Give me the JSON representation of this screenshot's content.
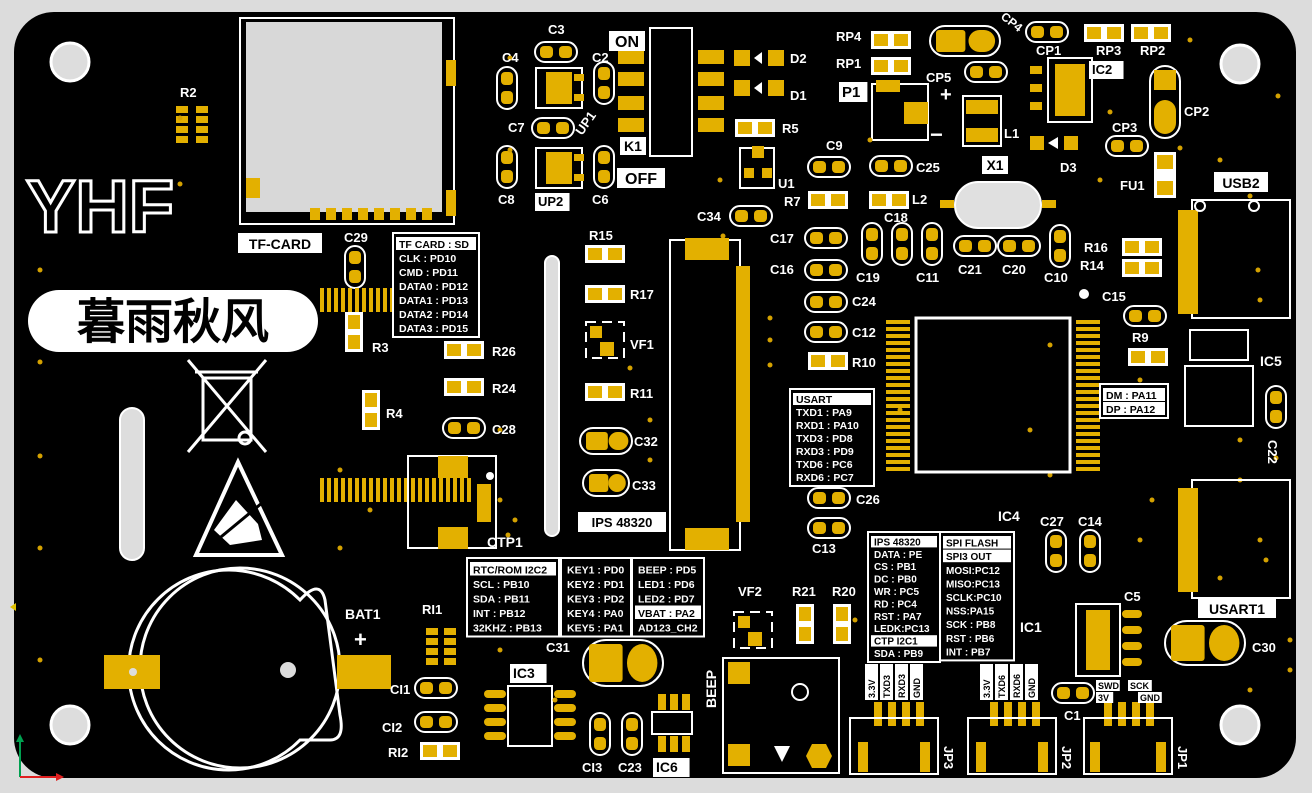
{
  "brand": {
    "logo": "YHF",
    "chinese": "暮雨秋风"
  },
  "colors": {
    "board": "#000000",
    "copper": "#e3b000",
    "silk": "#ffffff",
    "tf_metal": "#d8d8d8",
    "background": "#dcdcdc"
  },
  "labels": {
    "tf_card": "TF-CARD",
    "on": "ON",
    "off": "OFF",
    "k1": "K1",
    "p1": "P1",
    "x1": "X1",
    "usb2": "USB2",
    "usart1": "USART1",
    "ic4": "IC4",
    "ic1": "IC1",
    "ic2": "IC2",
    "ic3": "IC3",
    "ic5": "IC5",
    "ic6": "IC6",
    "ctp1": "CTP1",
    "bat1": "BAT1",
    "beep": "BEEP",
    "ips": "IPS 48320",
    "up1": "UP1",
    "up2": "UP2",
    "vf1": "VF1",
    "vf2": "VF2",
    "fu1": "FU1",
    "d1": "D1",
    "d2": "D2",
    "d3": "D3",
    "l1": "L1",
    "l2": "L2",
    "u1": "U1",
    "jp1": "JP1",
    "jp2": "JP2",
    "jp3": "JP3",
    "r2": "R2",
    "r3": "R3",
    "r4": "R4",
    "r5": "R5",
    "r7": "R7",
    "r9": "R9",
    "r10": "R10",
    "r11": "R11",
    "r14": "R14",
    "r15": "R15",
    "r16": "R16",
    "r17": "R17",
    "r20": "R20",
    "r21": "R21",
    "r24": "R24",
    "r26": "R26",
    "ri1": "RI1",
    "ri2": "RI2",
    "ci1": "CI1",
    "ci2": "CI2",
    "ci3": "CI3",
    "rp1": "RP1",
    "rp2": "RP2",
    "rp3": "RP3",
    "rp4": "RP4",
    "cp1": "CP1",
    "cp2": "CP2",
    "cp3": "CP3",
    "cp4": "CP4",
    "cp5": "CP5",
    "c1": "C1",
    "c2": "C2",
    "c3": "C3",
    "c4": "C4",
    "c5": "C5",
    "c6": "C6",
    "c7": "C7",
    "c8": "C8",
    "c9": "C9",
    "c10": "C10",
    "c11": "C11",
    "c12": "C12",
    "c13": "C13",
    "c14": "C14",
    "c15": "C15",
    "c16": "C16",
    "c17": "C17",
    "c18": "C18",
    "c19": "C19",
    "c20": "C20",
    "c21": "C21",
    "c22": "C22",
    "c23": "C23",
    "c24": "C24",
    "c25": "C25",
    "c26": "C26",
    "c27": "C27",
    "c28": "C28",
    "c29": "C29",
    "c30": "C30",
    "c31": "C31",
    "c32": "C32",
    "c33": "C33",
    "c34": "C34",
    "plus": "+",
    "minus": "−"
  },
  "tf_table": [
    "TF CARD : SD",
    "CLK : PD10",
    "CMD : PD11",
    "DATA0 : PD12",
    "DATA1 : PD13",
    "DATA2 : PD14",
    "DATA3 : PD15"
  ],
  "usart_table": [
    "USART",
    "TXD1 : PA9",
    "RXD1 : PA10",
    "TXD3 : PD8",
    "RXD3 : PD9",
    "TXD6 : PC6",
    "RXD6 : PC7"
  ],
  "usb_table": [
    "DM : PA11",
    "DP : PA12"
  ],
  "rtc_table": [
    "RTC/ROM I2C2",
    "SCL : PB10",
    "SDA : PB11",
    "INT : PB12",
    "32KHZ : PB13"
  ],
  "key_table": [
    "KEY1 : PD0",
    "KEY2 : PD1",
    "KEY3 : PD2",
    "KEY4 : PA0",
    "KEY5 : PA1"
  ],
  "beep_table": [
    "BEEP : PD5",
    "LED1 : PD6",
    "LED2 : PD7",
    "VBAT : PA2",
    "AD123_CH2"
  ],
  "ips_table": [
    "IPS 48320",
    "DATA : PE",
    "CS : PB1",
    "DC : PB0",
    "WR : PC5",
    "RD : PC4",
    "RST : PA7",
    "LEDK:PC13",
    "CTP I2C1",
    "SDA : PB9"
  ],
  "spi_table": [
    "SPI FLASH",
    "SPI3 OUT",
    "MOSI:PC12",
    "MISO:PC13",
    "SCLK:PC10",
    "NSS:PA15",
    "SCK : PB8",
    "RST : PB6",
    "INT : PB7"
  ],
  "jp3_pins": [
    "3.3V",
    "TXD3",
    "RXD3",
    "GND"
  ],
  "jp2_pins": [
    "3.3V",
    "TXD6",
    "RXD6",
    "GND"
  ],
  "jp1_pins": [
    "SWD",
    "SCK",
    "3V",
    "GND"
  ]
}
